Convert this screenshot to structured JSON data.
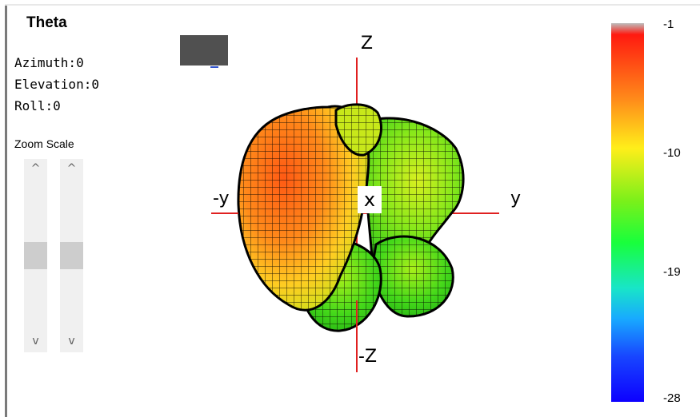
{
  "panel": {
    "title": "Theta",
    "azimuth": "Azimuth:0",
    "elevation": "Elevation:0",
    "roll": "Roll:0",
    "zoom_label": "Zoom",
    "scale_label": "Scale"
  },
  "sliders": {
    "up_glyph": "^",
    "down_glyph": "v",
    "swatch_color": "#505050"
  },
  "axes": {
    "z_pos": "Z",
    "z_neg": "-Z",
    "y_pos": "y",
    "y_neg": "-y",
    "x": "x",
    "color": "#e02020"
  },
  "colorbar": {
    "labels": [
      "-1",
      "-10",
      "-19",
      "-28"
    ]
  }
}
